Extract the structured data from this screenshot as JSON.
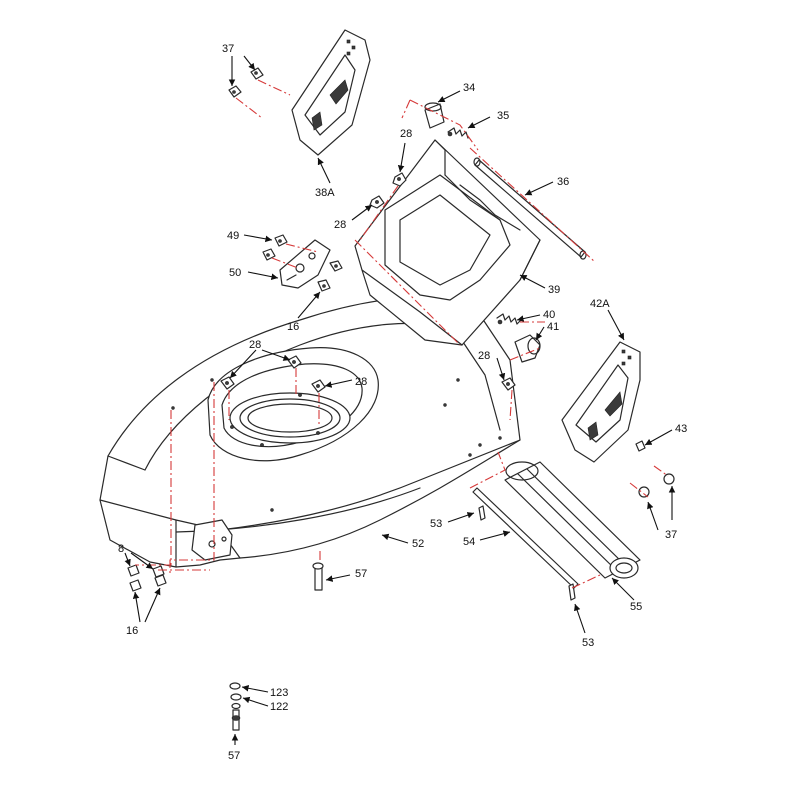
{
  "callouts": {
    "c_37_top": "37",
    "c_38a": "38A",
    "c_34": "34",
    "c_35": "35",
    "c_28_a": "28",
    "c_28_b": "28",
    "c_36": "36",
    "c_49": "49",
    "c_50": "50",
    "c_39": "39",
    "c_16_top": "16",
    "c_42a": "42A",
    "c_40": "40",
    "c_41": "41",
    "c_28_c": "28",
    "c_28_d": "28",
    "c_28_e": "28",
    "c_43": "43",
    "c_8": "8",
    "c_53_a": "53",
    "c_54": "54",
    "c_52": "52",
    "c_37_bot": "37",
    "c_57_a": "57",
    "c_55": "55",
    "c_16_bot": "16",
    "c_53_b": "53",
    "c_123": "123",
    "c_122": "122",
    "c_57_b": "57"
  },
  "colors": {
    "line": "#2a2a2a",
    "centerline": "#d63a3a",
    "background": "#ffffff"
  }
}
